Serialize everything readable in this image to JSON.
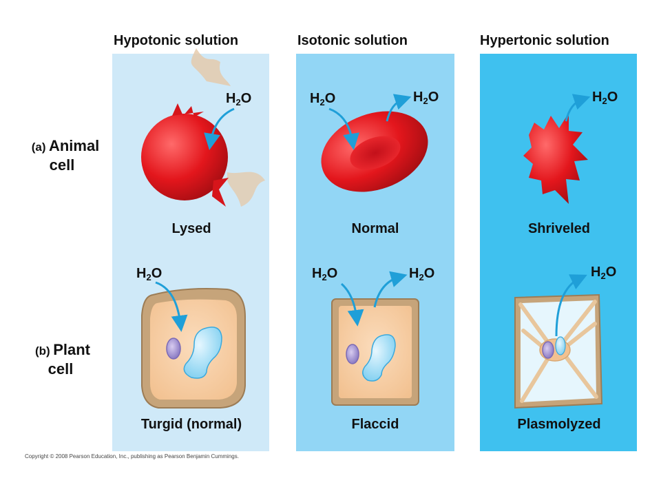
{
  "columns": [
    {
      "heading": "Hypotonic solution",
      "animal_caption": "Lysed",
      "plant_caption": "Turgid (normal)",
      "color": "#cfe9f8"
    },
    {
      "heading": "Isotonic solution",
      "animal_caption": "Normal",
      "plant_caption": "Flaccid",
      "color": "#92d6f5"
    },
    {
      "heading": "Hypertonic solution",
      "animal_caption": "Shriveled",
      "plant_caption": "Plasmolyzed",
      "color": "#3fc1ef"
    }
  ],
  "rows": [
    {
      "letter": "(a)",
      "word1": "Animal",
      "word2": "cell"
    },
    {
      "letter": "(b)",
      "word1": "Plant",
      "word2": "cell"
    }
  ],
  "water": {
    "base": "H",
    "sub": "2",
    "tail": "O"
  },
  "copyright": "Copyright © 2008 Pearson Education, Inc., publishing as Pearson Benjamin Cummings."
}
